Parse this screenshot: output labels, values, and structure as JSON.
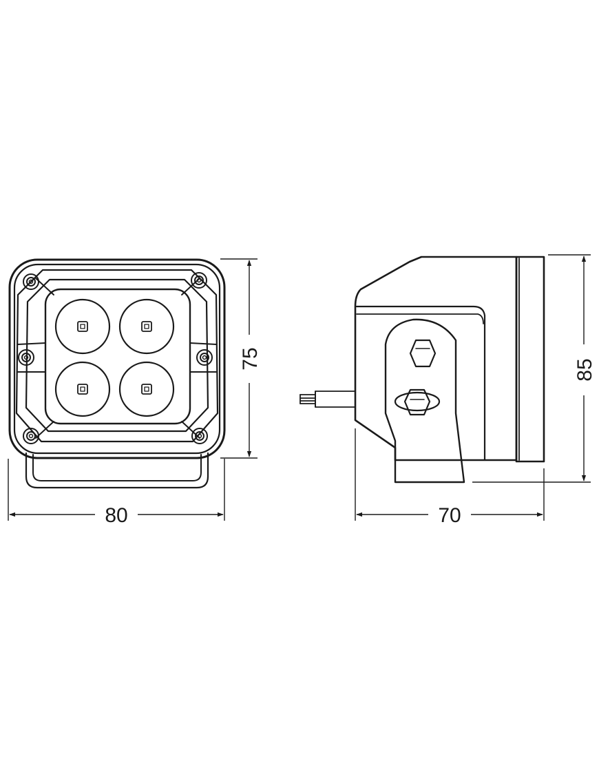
{
  "front_view": {
    "width_label": "80",
    "height_label": "75"
  },
  "side_view": {
    "depth_label": "70",
    "height_label": "85"
  }
}
